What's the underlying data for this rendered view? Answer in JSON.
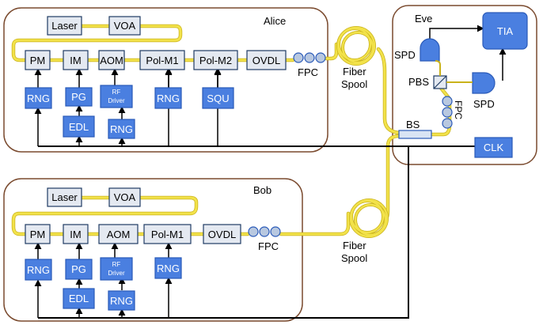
{
  "colors": {
    "fiber": "#f2e24a",
    "fiber_edge": "#c9b21a",
    "panel_border": "#7a4a2e",
    "box_fill": "#e4e9f1",
    "box_border": "#1f3b63",
    "blue_fill": "#4a7fe0",
    "blue_border": "#2a5ab8",
    "wire": "#000000"
  },
  "panels": {
    "alice": "Alice",
    "bob": "Bob",
    "eve": "Eve"
  },
  "alice": {
    "laser": "Laser",
    "voa": "VOA",
    "pm": "PM",
    "im": "IM",
    "aom": "AOM",
    "pol_m1": "Pol-M1",
    "pol_m2": "Pol-M2",
    "ovdl": "OVDL",
    "fpc": "FPC",
    "rng_pm": "RNG",
    "pg": "PG",
    "rf_driver_1": "RF",
    "rf_driver_2": "Driver",
    "rng_pol": "RNG",
    "squ": "SQU",
    "edl": "EDL",
    "rng_rf": "RNG"
  },
  "bob": {
    "laser": "Laser",
    "voa": "VOA",
    "pm": "PM",
    "im": "IM",
    "aom": "AOM",
    "pol_m1": "Pol-M1",
    "ovdl": "OVDL",
    "fpc": "FPC",
    "rng_pm": "RNG",
    "pg": "PG",
    "rf_driver_1": "RF",
    "rf_driver_2": "Driver",
    "rng_pol": "RNG",
    "edl": "EDL",
    "rng_rf": "RNG"
  },
  "eve": {
    "tia": "TIA",
    "spd_top": "SPD",
    "spd_right": "SPD",
    "pbs": "PBS",
    "fpc": "FPC",
    "bs": "BS",
    "clk": "CLK"
  },
  "spools": {
    "top_1": "Fiber",
    "top_2": "Spool",
    "bottom_1": "Fiber",
    "bottom_2": "Spool"
  }
}
